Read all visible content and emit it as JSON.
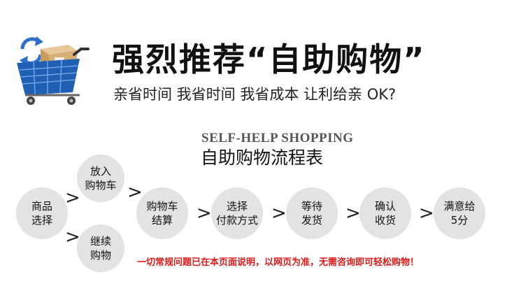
{
  "header": {
    "headline": "强烈推荐“自助购物”",
    "subline": "亲省时间 我省时间 我省成本 让利给亲 OK?"
  },
  "flow": {
    "title_en": "SELF-HELP SHOPPING",
    "title_cn": "自助购物流程表",
    "steps": [
      {
        "label": "商品\n选择"
      },
      {
        "label": "放入\n购物车"
      },
      {
        "label": "继续\n购物"
      },
      {
        "label": "购物车\n结算"
      },
      {
        "label": "选择\n付款方式"
      },
      {
        "label": "等待\n发货"
      },
      {
        "label": "确认\n收货"
      },
      {
        "label": "满意给\n5分"
      }
    ],
    "arrow_glyph": ">"
  },
  "notice": "一切常规问题已在本页面说明，以网页为准，无需咨询即可轻松购物！",
  "icons": {
    "cart": "shopping-cart-icon"
  },
  "colors": {
    "notice": "#e01818",
    "circle": "#e3e3e3",
    "cart_blue": "#1f5fb4"
  }
}
